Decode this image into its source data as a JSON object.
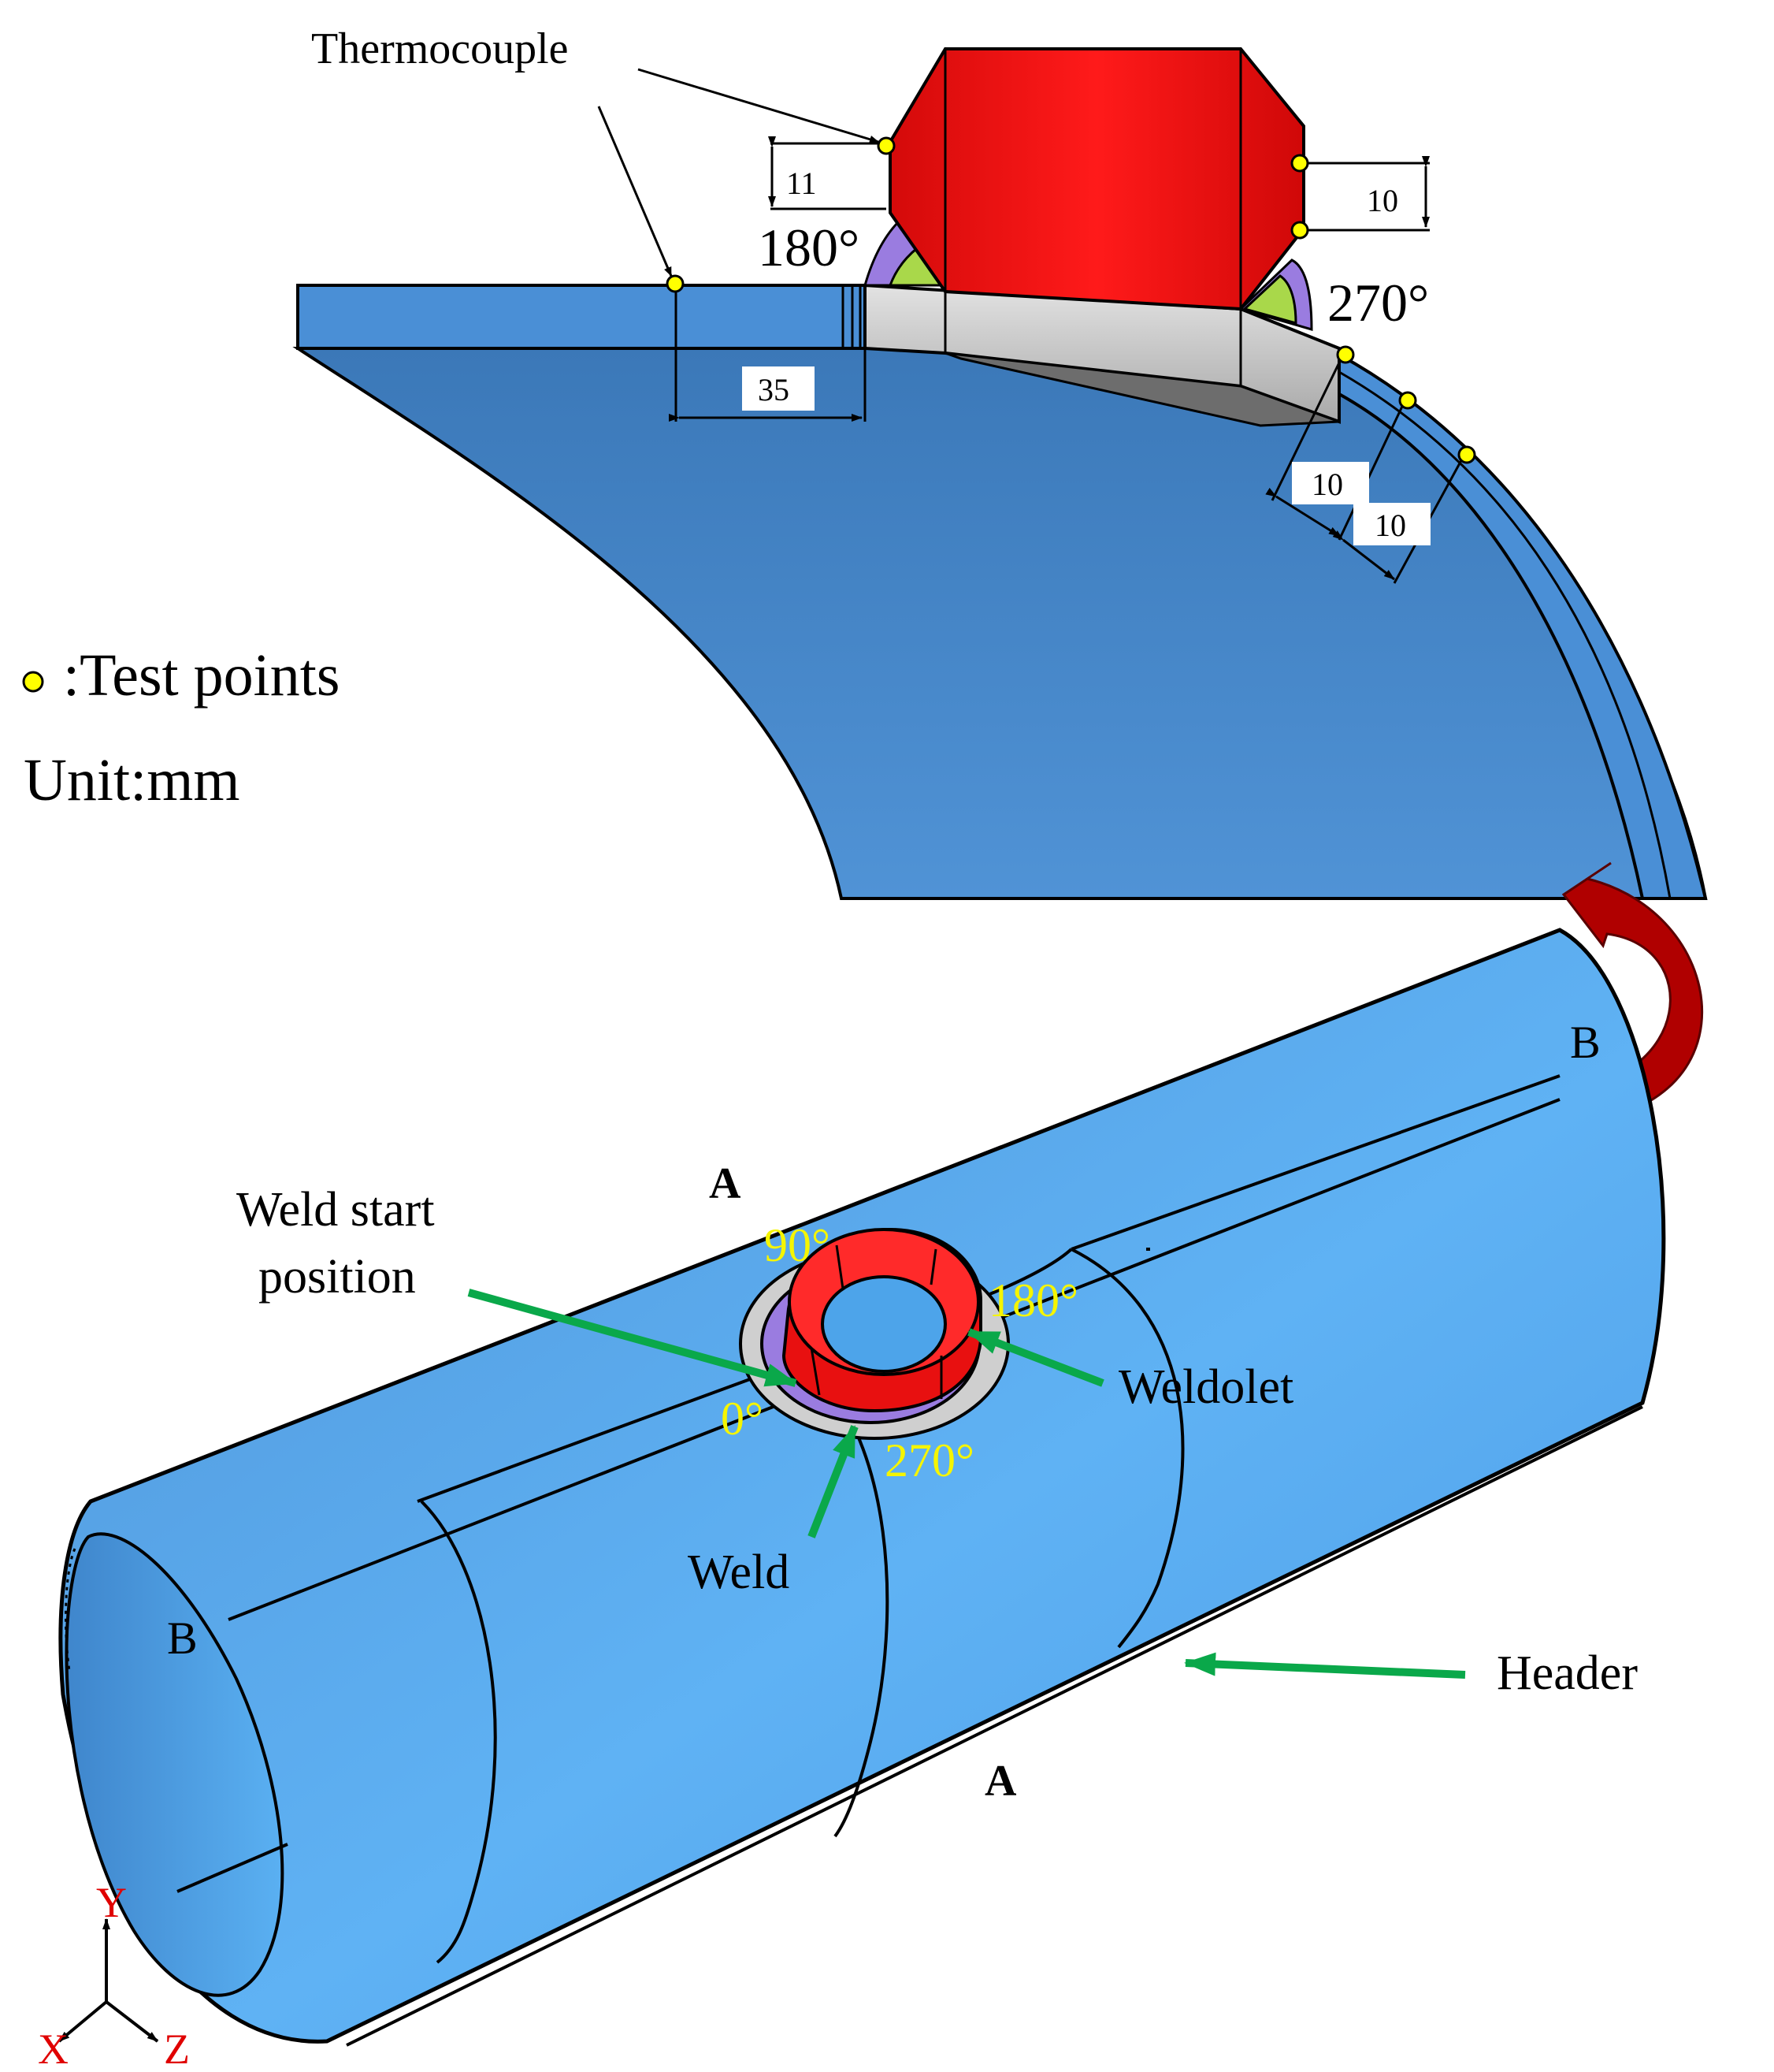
{
  "labels": {
    "thermocouple": "Thermocouple",
    "angle_180_top": "180°",
    "angle_270_top": "270°",
    "legend_test_points": ":Test points",
    "unit": "Unit:mm",
    "section_b_top": "B",
    "section_b_left": "B",
    "section_a_top": "A",
    "section_a_bottom": "A",
    "weld_start": "Weld start",
    "weld_start_2": "position",
    "angle_90": "90°",
    "angle_180": "180°",
    "angle_0": "0°",
    "angle_270": "270°",
    "weldolet": "Weldolet",
    "weld": "Weld",
    "header": "Header",
    "axis_y": "Y",
    "axis_x": "X",
    "axis_z": "Z"
  },
  "dimensions": {
    "d11": "11",
    "d10_right": "10",
    "d35": "35",
    "d10_a": "10",
    "d10_b": "10"
  },
  "colors": {
    "pipe_blue": "#4a8fd6",
    "weldolet_red": "#e81010",
    "weld_purple": "#9a7ce0",
    "weld_green": "#a9d84a",
    "test_point": "#ffff00",
    "annotation_arrow": "#0aa84a",
    "rotate_arrow": "#b00000"
  }
}
